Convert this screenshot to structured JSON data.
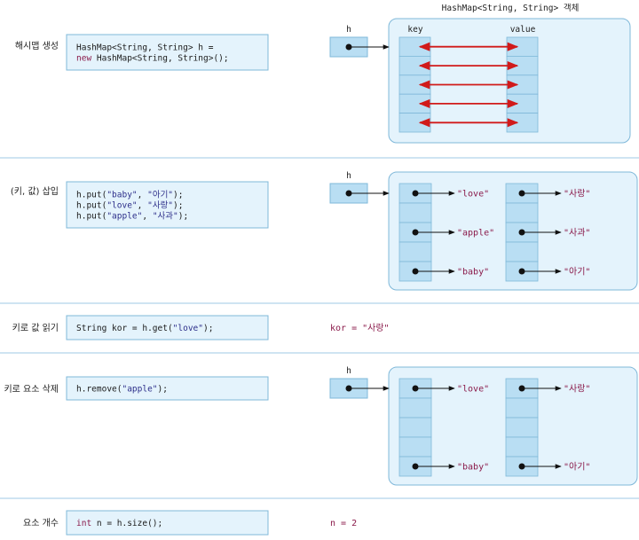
{
  "object_title": "HashMap<String, String> 객체",
  "var_name": "h",
  "col_key": "key",
  "col_value": "value",
  "colors": {
    "box_fill": "#e4f3fc",
    "box_stroke": "#7fb8d9",
    "cell_fill": "#b9def3",
    "arrow_red": "#d11a1a",
    "rule": "#9fc9e4"
  },
  "sections": [
    {
      "id": "create",
      "label": "해시맵 생성",
      "code_lines": [
        [
          {
            "t": "HashMap<String, String> h ="
          }
        ],
        [
          {
            "t": "new",
            "c": "kw"
          },
          {
            "t": " HashMap<String, String>();"
          }
        ]
      ]
    },
    {
      "id": "put",
      "label": "(키, 값) 삽입",
      "code_lines": [
        [
          {
            "t": "h.put("
          },
          {
            "t": "\"baby\"",
            "c": "str"
          },
          {
            "t": ", "
          },
          {
            "t": "\"아기\"",
            "c": "str"
          },
          {
            "t": ");"
          }
        ],
        [
          {
            "t": "h.put("
          },
          {
            "t": "\"love\"",
            "c": "str"
          },
          {
            "t": ", "
          },
          {
            "t": "\"사랑\"",
            "c": "str"
          },
          {
            "t": ");"
          }
        ],
        [
          {
            "t": "h.put("
          },
          {
            "t": "\"apple\"",
            "c": "str"
          },
          {
            "t": ", "
          },
          {
            "t": "\"사과\"",
            "c": "str"
          },
          {
            "t": ");"
          }
        ]
      ],
      "entries": [
        {
          "key": "\"love\"",
          "value": "\"사랑\""
        },
        {
          "key": "\"apple\"",
          "value": "\"사과\""
        },
        {
          "key": "\"baby\"",
          "value": "\"아기\""
        }
      ]
    },
    {
      "id": "get",
      "label": "키로 값 읽기",
      "code_lines": [
        [
          {
            "t": "String kor = h.get("
          },
          {
            "t": "\"love\"",
            "c": "str"
          },
          {
            "t": ");"
          }
        ]
      ],
      "result": "kor = \"사랑\""
    },
    {
      "id": "remove",
      "label": "키로 요소 삭제",
      "code_lines": [
        [
          {
            "t": "h.remove("
          },
          {
            "t": "\"apple\"",
            "c": "str"
          },
          {
            "t": ");"
          }
        ]
      ],
      "entries": [
        {
          "key": "\"love\"",
          "value": "\"사랑\""
        },
        {
          "key": "\"baby\"",
          "value": "\"아기\""
        }
      ]
    },
    {
      "id": "size",
      "label": "요소 개수",
      "code_lines": [
        [
          {
            "t": "int",
            "c": "kw"
          },
          {
            "t": " n = h.size();"
          }
        ]
      ],
      "result": "n = 2"
    }
  ]
}
